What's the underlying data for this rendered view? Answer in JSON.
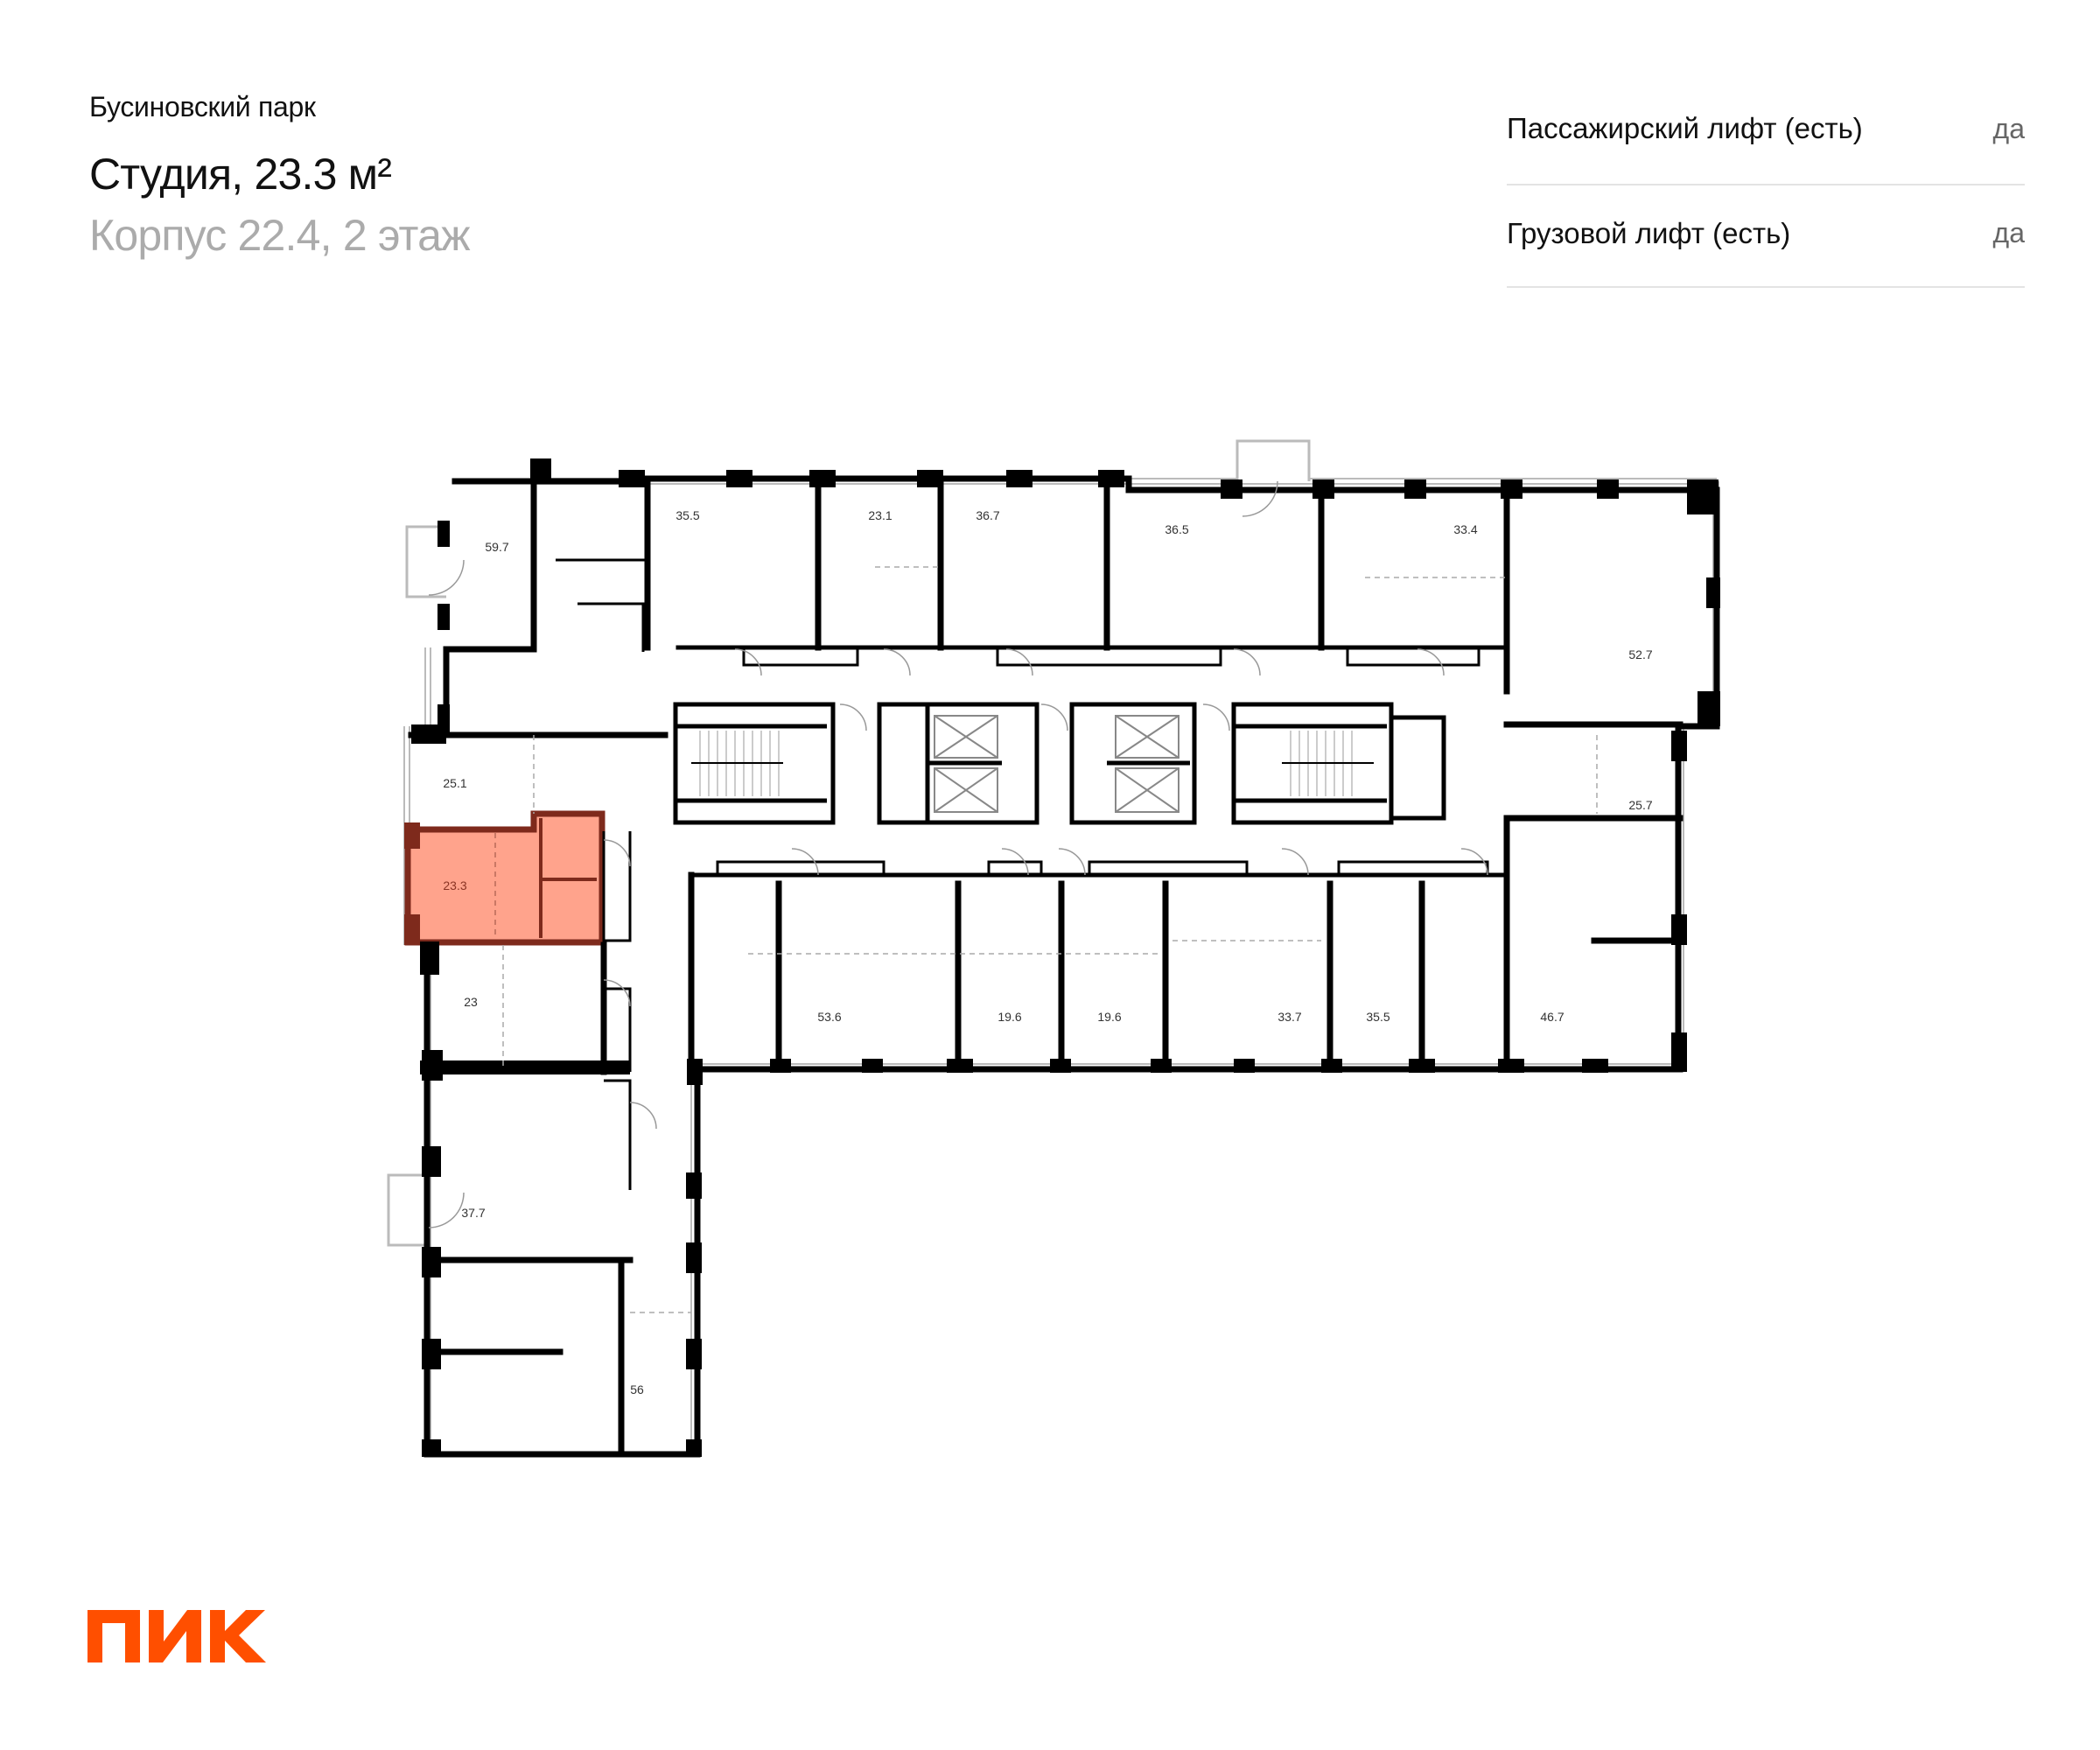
{
  "header": {
    "complex_name": "Бусиновский парк",
    "title": "Студия, 23.3 м²",
    "subtitle": "Корпус 22.4, 2 этаж"
  },
  "properties": [
    {
      "label": "Пассажирский лифт (есть)",
      "value": "да"
    },
    {
      "label": "Грузовой лифт (есть)",
      "value": "да"
    }
  ],
  "floor_plan": {
    "selected_apartment": "23.3",
    "highlight_fill": "#FFA38C",
    "highlight_wall": "#7E2A1C",
    "apartments": [
      {
        "area": "59.7"
      },
      {
        "area": "35.5"
      },
      {
        "area": "23.1"
      },
      {
        "area": "36.7"
      },
      {
        "area": "36.5"
      },
      {
        "area": "33.4"
      },
      {
        "area": "52.7"
      },
      {
        "area": "25.7"
      },
      {
        "area": "25.1"
      },
      {
        "area": "23.3"
      },
      {
        "area": "23"
      },
      {
        "area": "53.6"
      },
      {
        "area": "19.6"
      },
      {
        "area": "19.6"
      },
      {
        "area": "33.7"
      },
      {
        "area": "35.5"
      },
      {
        "area": "46.7"
      },
      {
        "area": "37.7"
      },
      {
        "area": "56"
      }
    ]
  },
  "brand": {
    "logo_text": "ПИК",
    "color": "#FF4F00"
  }
}
